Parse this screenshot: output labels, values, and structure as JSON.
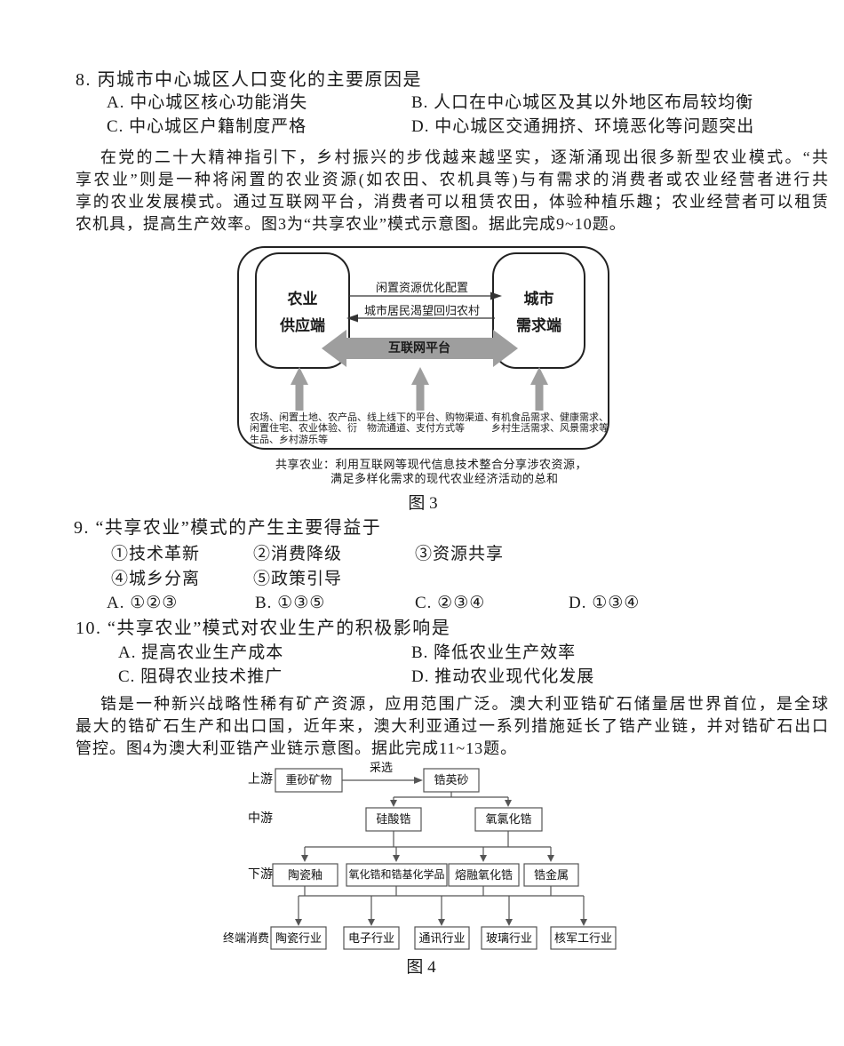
{
  "colors": {
    "paper": "#ffffff",
    "ink": "#1a1a1a",
    "arrow_gray": "#9e9e9e"
  },
  "q8": {
    "stem": "8. 丙城市中心城区人口变化的主要原因是",
    "options": [
      "A. 中心城区核心功能消失",
      "B. 人口在中心城区及其以外地区布局较均衡",
      "C. 中心城区户籍制度严格",
      "D. 中心城区交通拥挤、环境恶化等问题突出"
    ]
  },
  "p1": {
    "lines": [
      "在党的二十大精神指引下，乡村振兴的步伐越来越坚实，逐渐涌现出很多新型农业模式。“共",
      "享农业”则是一种将闲置的农业资源(如农田、农机具等)与有需求的消费者或农业经营者进行共",
      "享的农业发展模式。通过互联网平台，消费者可以租赁农田，体验种植乐趣；农业经营者可以租赁",
      "农机具，提高生产效率。图3为“共享农业”模式示意图。据此完成9~10题。"
    ]
  },
  "fig3": {
    "supply_box": [
      "农业",
      "供应端"
    ],
    "demand_box": [
      "城市",
      "需求端"
    ],
    "arrow_top": "闲置资源优化配置",
    "arrow_mid": "城市居民渴望回归农村",
    "platform": "互联网平台",
    "supply_items": [
      "农场、闲置土地、农产品、",
      "闲置住宅、农业体验、衍",
      "生品、乡村游乐等"
    ],
    "platform_items": [
      "线上线下的平台、购物渠道、",
      "物流通道、支付方式等"
    ],
    "demand_items": [
      "有机食品需求、健康需求、",
      "乡村生活需求、风景需求等"
    ],
    "definition": [
      "共享农业：利用互联网等现代信息技术整合分享涉农资源，",
      "满足多样化需求的现代农业经济活动的总和"
    ],
    "caption": "图 3"
  },
  "q9": {
    "stem": "9. “共享农业”模式的产生主要得益于",
    "items": [
      "①技术革新",
      "②消费降级",
      "③资源共享",
      "④城乡分离",
      "⑤政策引导"
    ],
    "options": [
      "A. ①②③",
      "B. ①③⑤",
      "C. ②③④",
      "D. ①③④"
    ]
  },
  "q10": {
    "stem": "10. “共享农业”模式对农业生产的积极影响是",
    "options": [
      "A. 提高农业生产成本",
      "B. 降低农业生产效率",
      "C. 阻碍农业技术推广",
      "D. 推动农业现代化发展"
    ]
  },
  "p2": {
    "lines": [
      "锆是一种新兴战略性稀有矿产资源，应用范围广泛。澳大利亚锆矿石储量居世界首位，是全球",
      "最大的锆矿石生产和出口国，近年来，澳大利亚通过一系列措施延长了锆产业链，并对锆矿石出口",
      "管控。图4为澳大利亚锆产业链示意图。据此完成11~13题。"
    ]
  },
  "fig4": {
    "stages": [
      "上游",
      "中游",
      "下游",
      "终端消费"
    ],
    "process_label": "采选",
    "boxes": [
      "重砂矿物",
      "锆英砂",
      "硅酸锆",
      "氧氯化锆",
      "陶瓷釉",
      "氧化锆和锆基化学品",
      "熔融氧化锆",
      "锆金属",
      "陶瓷行业",
      "电子行业",
      "通讯行业",
      "玻璃行业",
      "核军工行业"
    ],
    "caption": "图 4"
  }
}
